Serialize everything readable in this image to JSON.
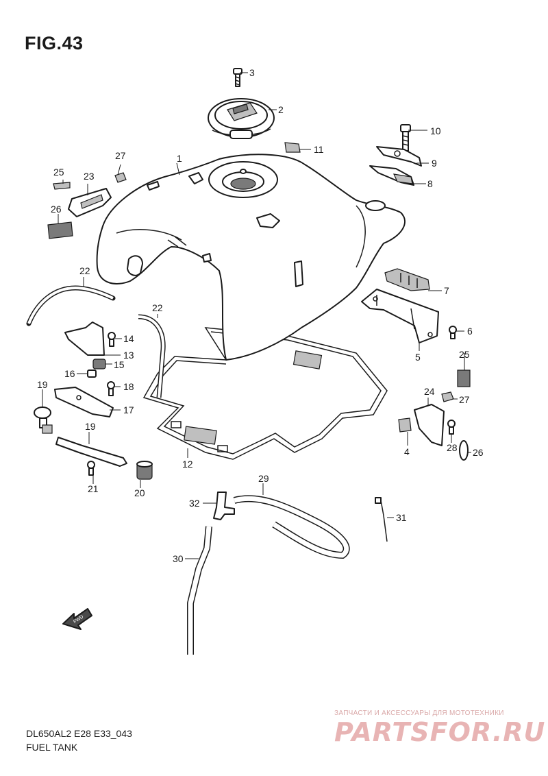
{
  "figure": {
    "title": "FIG.43",
    "code": "DL650AL2 E28 E33_043",
    "name": "FUEL TANK",
    "fwd_label": "FWD"
  },
  "watermark": {
    "tagline": "ЗАПЧАСТИ И АКСЕССУАРЫ ДЛЯ МОТОТЕХНИКИ",
    "brand": "PARTSFOR.RU",
    "color": "#e8b4b4"
  },
  "callouts": [
    "1",
    "2",
    "3",
    "4",
    "5",
    "6",
    "7",
    "8",
    "9",
    "10",
    "11",
    "12",
    "13",
    "14",
    "15",
    "16",
    "17",
    "18",
    "19",
    "20",
    "21",
    "22",
    "23",
    "24",
    "25",
    "26",
    "27",
    "28",
    "29",
    "30",
    "31",
    "32"
  ]
}
